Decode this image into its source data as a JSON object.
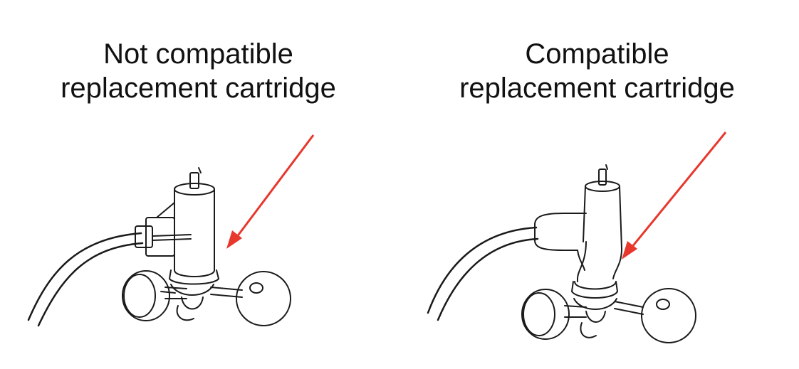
{
  "panels": [
    {
      "caption_line1": "Not compatible",
      "caption_line2": "replacement cartridge"
    },
    {
      "caption_line1": "Compatible",
      "caption_line2": "replacement cartridge"
    }
  ],
  "colors": {
    "arrow": "#e8372c",
    "line_art": "#1a1a1a",
    "background": "#ffffff"
  }
}
